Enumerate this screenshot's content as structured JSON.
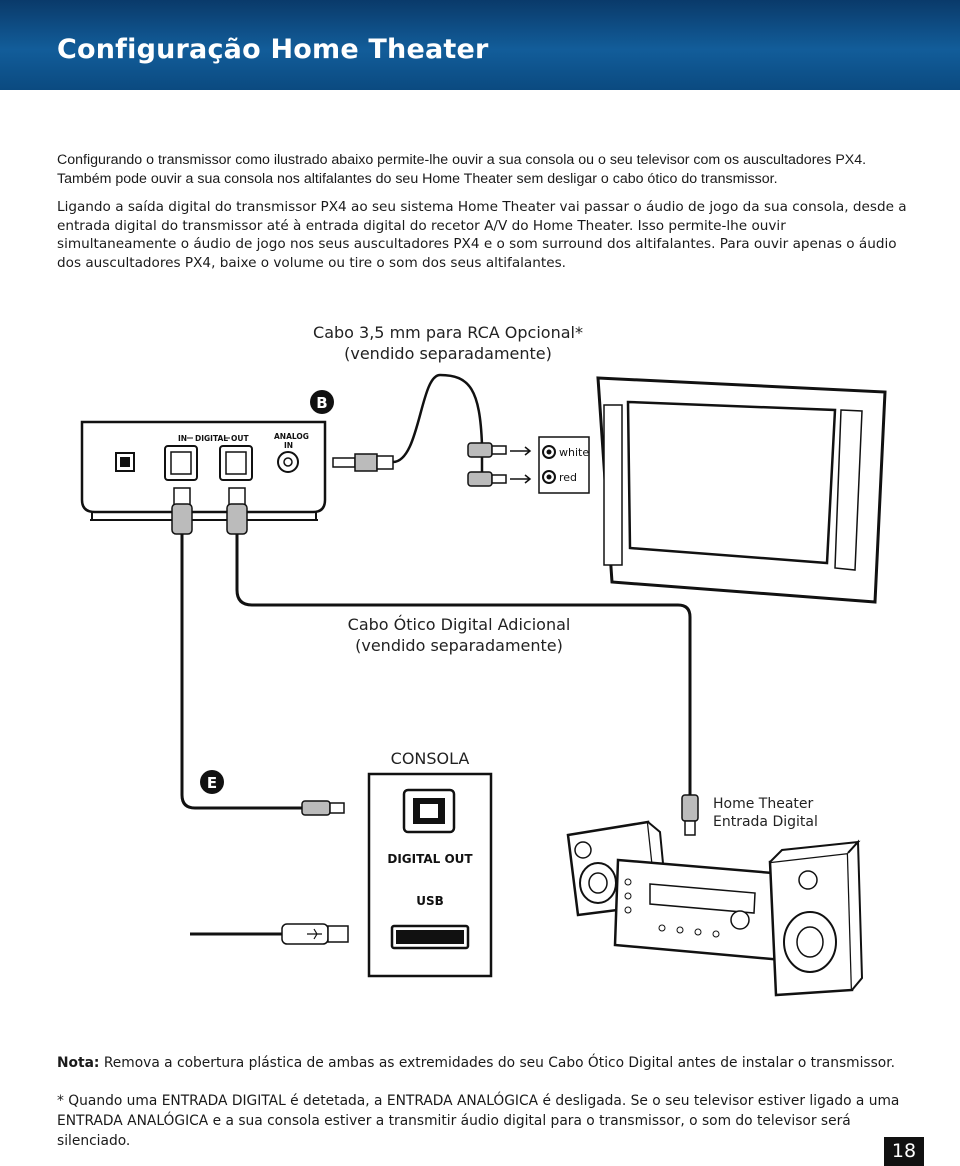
{
  "header": {
    "title": "Configuração Home Theater"
  },
  "intro": "Configurando o transmissor como ilustrado abaixo permite-lhe ouvir a sua consola ou o seu televisor com os auscultadores PX4. Também pode ouvir a sua consola nos altifalantes do seu Home Theater sem desligar o cabo ótico do transmissor.",
  "body": "Ligando a saída digital do transmissor PX4 ao seu sistema Home Theater vai passar o áudio de jogo da sua consola, desde a entrada digital do transmissor até à entrada digital do recetor A/V do Home Theater. Isso permite-lhe ouvir simultaneamente o áudio de jogo nos seus auscultadores PX4 e o som surround dos altifalantes. Para ouvir apenas o áudio dos auscultadores PX4, baixe o volume ou tire o som dos seus altifalantes.",
  "diagram": {
    "cable_35_line1": "Cabo 3,5 mm para RCA Opcional*",
    "cable_35_line2": "(vendido separadamente)",
    "badge_b": "B",
    "transmitter_in": "IN",
    "transmitter_digital": "DIGITAL",
    "transmitter_out": "OUT",
    "transmitter_analog_1": "ANALOG",
    "transmitter_analog_2": "IN",
    "rca_white": "white",
    "rca_red": "red",
    "optical_line1": "Cabo Ótico Digital Adicional",
    "optical_line2": "(vendido separadamente)",
    "badge_e": "E",
    "console_title": "CONSOLA",
    "console_digital_out": "DIGITAL OUT",
    "console_usb": "USB",
    "home_theater_line1": "Home Theater",
    "home_theater_line2": "Entrada Digital"
  },
  "note": {
    "label": "Nota:",
    "text": " Remova a cobertura plástica de ambas as extremidades do seu Cabo Ótico Digital antes de instalar o transmissor."
  },
  "footnote": "* Quando uma ENTRADA DIGITAL é detetada, a ENTRADA ANALÓGICA é desligada. Se o seu televisor estiver ligado a uma ENTRADA ANALÓGICA e a sua consola estiver a transmitir áudio digital para o transmissor, o som do televisor será silenciado.",
  "page_number": "18"
}
